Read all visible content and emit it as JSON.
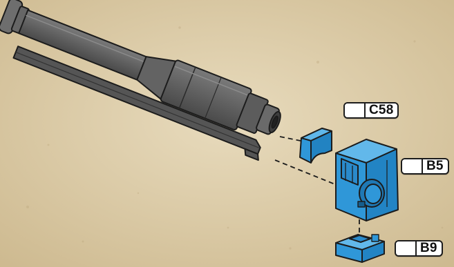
{
  "labels": {
    "c58": "C58",
    "b5": "B5",
    "b9": "B9"
  },
  "colors": {
    "background": "#d9c8a4",
    "assembled_part": "#6b6b6b",
    "new_part": "#2f97d8",
    "outline": "#1c1c1c"
  }
}
